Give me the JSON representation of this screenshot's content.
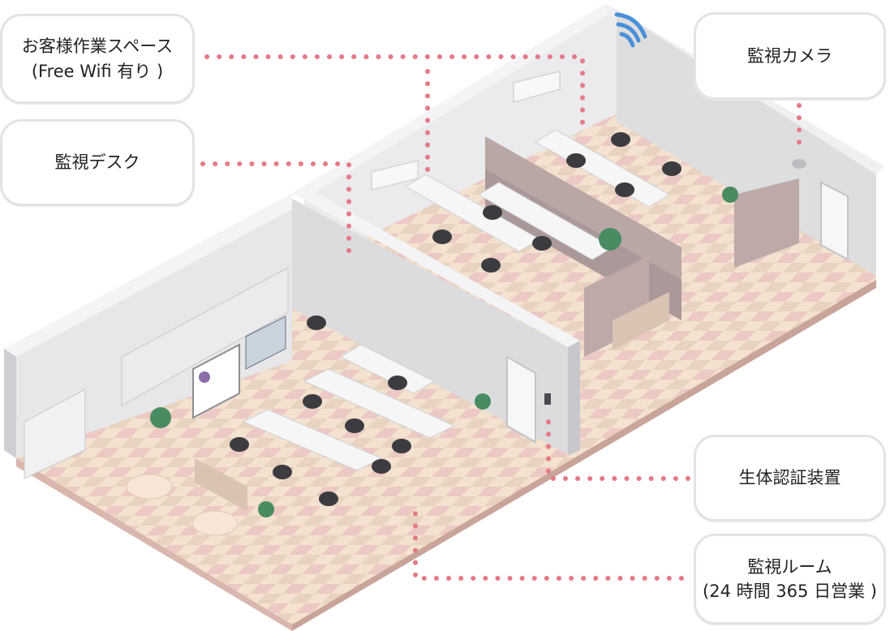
{
  "labels": {
    "customer_space": {
      "line1": "お客様作業スペース",
      "line2": "(Free Wifi 有り )"
    },
    "monitoring_desk": {
      "line1": "監視デスク"
    },
    "camera": {
      "line1": "監視カメラ"
    },
    "biometric": {
      "line1": "生体認証装置"
    },
    "monitoring_room": {
      "line1": "監視ルーム",
      "line2": "(24 時間 365 日営業 )"
    }
  },
  "colors": {
    "leader_dots": "#e57a86",
    "wall_light": "#e9e9ec",
    "wall_side": "#d4d4d8",
    "floor_pink": "#ecc9c4",
    "floor_beige": "#f3e2cf",
    "partition": "#b9a7a6",
    "plant": "#4a8c62",
    "chair": "#3c3c40"
  }
}
